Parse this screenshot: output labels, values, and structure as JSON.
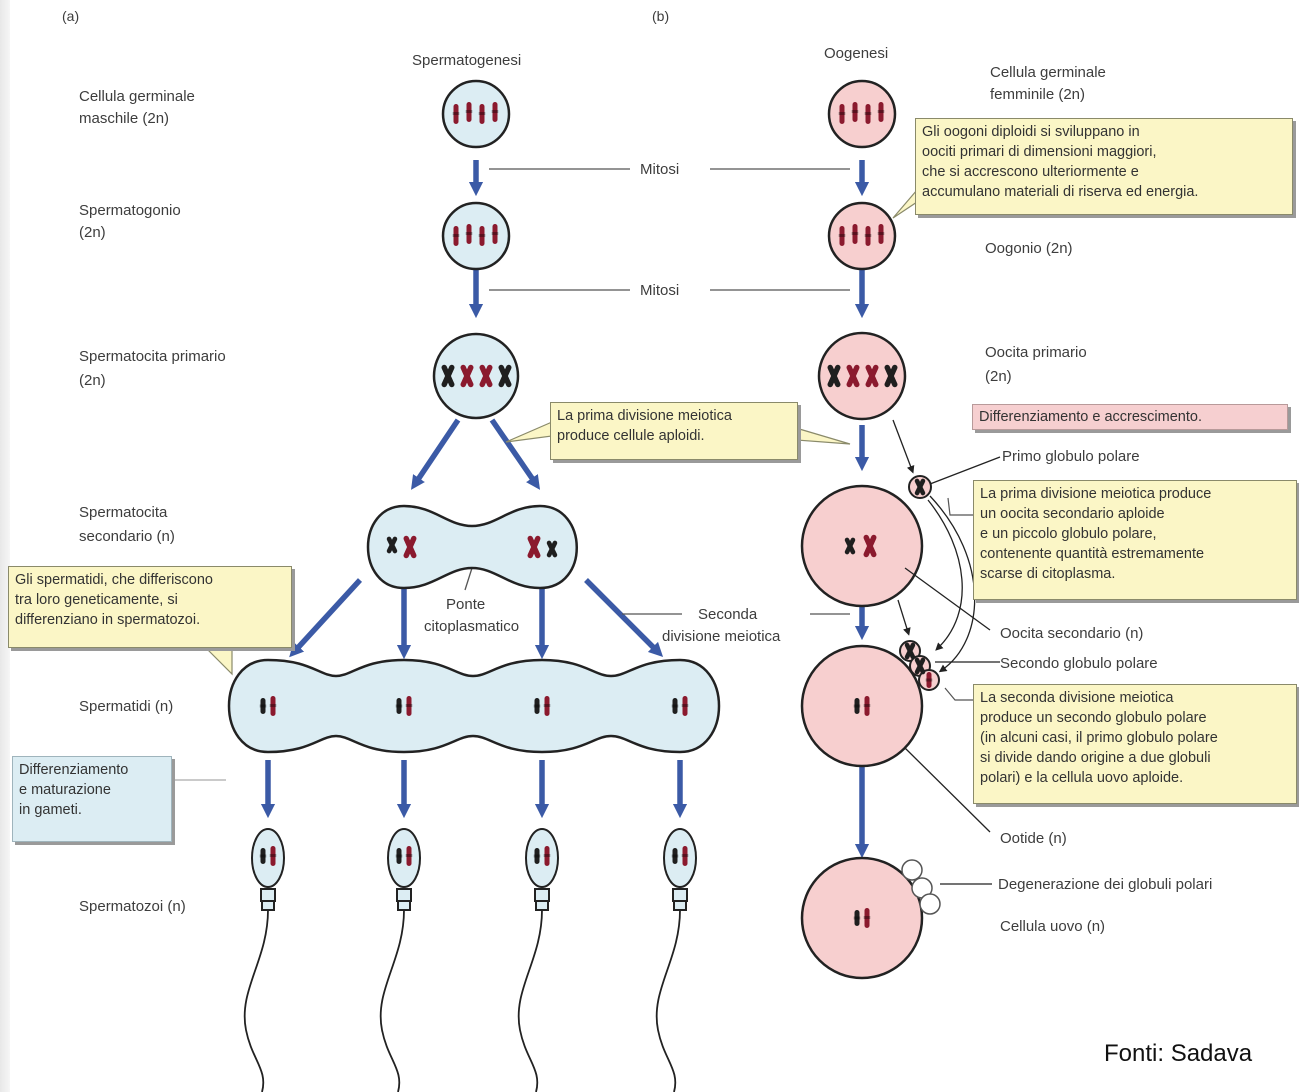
{
  "panels": {
    "a": "(a)",
    "b": "(b)"
  },
  "columns": {
    "male": "Spermatogenesi",
    "female": "Oogenesi"
  },
  "male_labels": {
    "germ_cell_1": "Cellula germinale",
    "germ_cell_2": "maschile (2n)",
    "spermatogonium_1": "Spermatogonio",
    "spermatogonium_2": "(2n)",
    "primary_1": "Spermatocita primario",
    "primary_2": "(2n)",
    "secondary_1": "Spermatocita",
    "secondary_2": "secondario (n)",
    "spermatids": "Spermatidi (n)",
    "sperm": "Spermatozoi (n)"
  },
  "female_labels": {
    "germ_cell_1": "Cellula germinale",
    "germ_cell_2": "femminile (2n)",
    "oogonium": "Oogonio (2n)",
    "primary_1": "Oocita primario",
    "primary_2": "(2n)",
    "first_polar_body": "Primo globulo polare",
    "secondary_oocyte": "Oocita secondario (n)",
    "second_polar_body": "Secondo globulo polare",
    "ootid": "Ootide (n)",
    "degeneration": "Degenerazione dei globuli polari",
    "egg": "Cellula uovo (n)"
  },
  "processes": {
    "mitosis_1": "Mitosi",
    "mitosis_2": "Mitosi",
    "bridge_1": "Ponte",
    "bridge_2": "citoplasmatico",
    "second_meiosis_1": "Seconda",
    "second_meiosis_2": "divisione meiotica"
  },
  "callouts": {
    "oogonia": [
      "Gli oogoni diploidi si sviluppano in",
      "oociti primari di dimensioni maggiori,",
      "che si accrescono ulteriormente e",
      "accumulano materiali di riserva ed energia."
    ],
    "first_meiosis": [
      "La prima divisione meiotica",
      "produce cellule aploidi."
    ],
    "differentiation_growth": "Differenziamento e accrescimento.",
    "first_meiosis_female": [
      "La prima divisione meiotica produce",
      "un oocita secondario aploide",
      "e un piccolo globulo polare,",
      "contenente quantità estremamente",
      "scarse di citoplasma."
    ],
    "spermatids": [
      "Gli spermatidi, che differiscono",
      "tra loro geneticamente, si",
      "differenziano in spermatozoi."
    ],
    "second_meiosis_female": [
      "La seconda divisione meiotica",
      "produce un secondo globulo polare",
      "(in alcuni casi, il primo globulo polare",
      "si divide dando origine a due globuli",
      "polari) e la cellula uovo aploide."
    ],
    "maturation": [
      "Differenziamento",
      "e maturazione",
      "in gameti."
    ]
  },
  "credit": "Fonti: Sadava",
  "colors": {
    "male_cell": "#dcedf3",
    "female_cell": "#f7cfcf",
    "chromosome": "#8b1a2e",
    "arrow": "#3b5aa6",
    "callout": "#fbf6c6",
    "pink_note": "#f6cfd0",
    "blue_note": "#dcedf3"
  }
}
